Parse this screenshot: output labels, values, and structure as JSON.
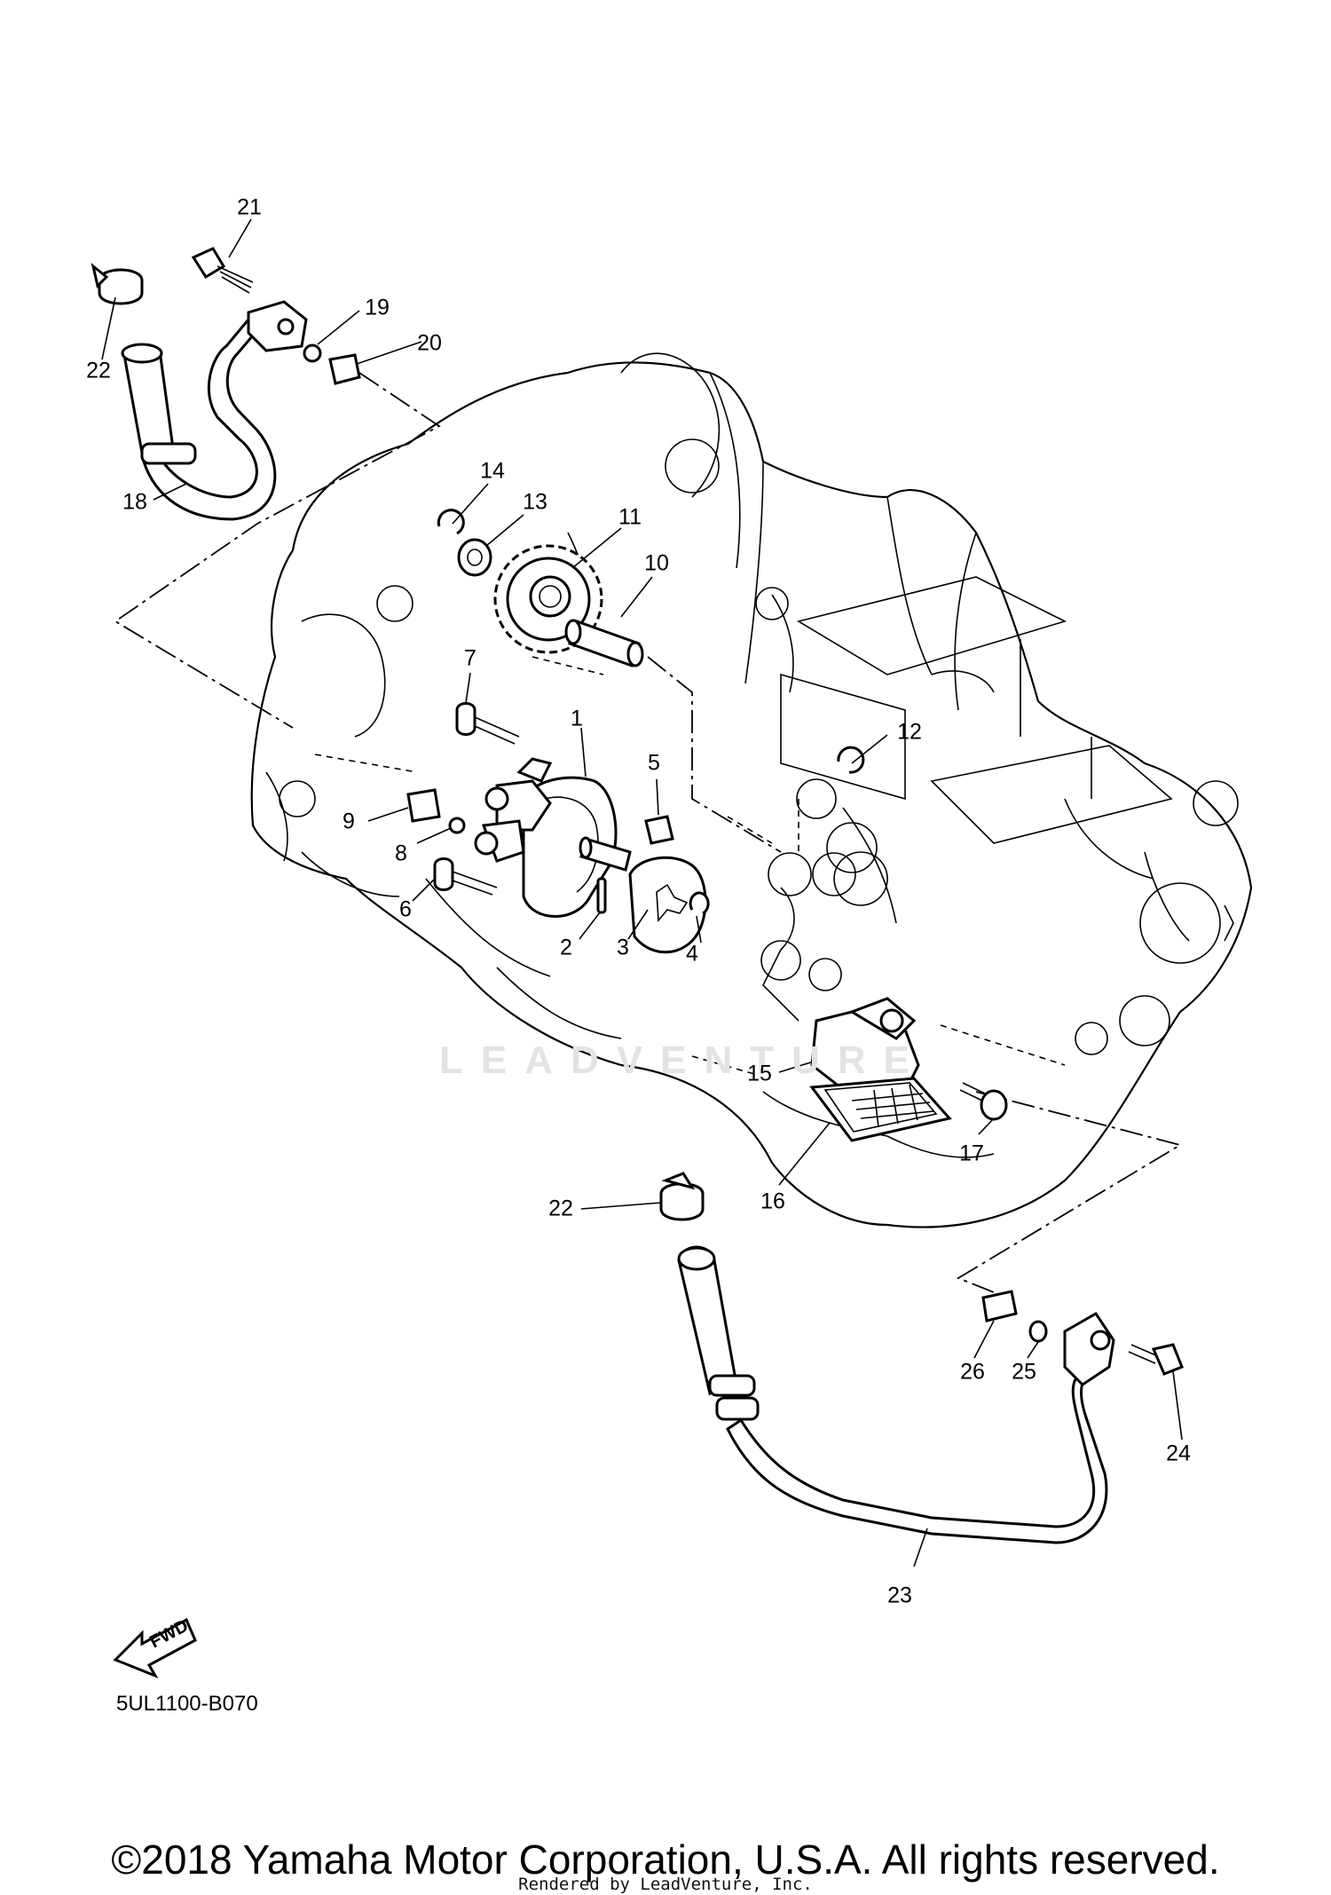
{
  "diagram_id": "5UL1100-B070",
  "copyright": "©2018 Yamaha Motor Corporation, U.S.A. All rights reserved.",
  "rendered_by": "Rendered by LeadVenture, Inc.",
  "watermark": "LEADVENTURE",
  "fwd_label": "FWD",
  "callouts": [
    "1",
    "2",
    "3",
    "4",
    "5",
    "6",
    "7",
    "8",
    "9",
    "10",
    "11",
    "12",
    "13",
    "14",
    "15",
    "16",
    "17",
    "18",
    "19",
    "20",
    "21",
    "22",
    "22",
    "23",
    "24",
    "25",
    "26"
  ]
}
